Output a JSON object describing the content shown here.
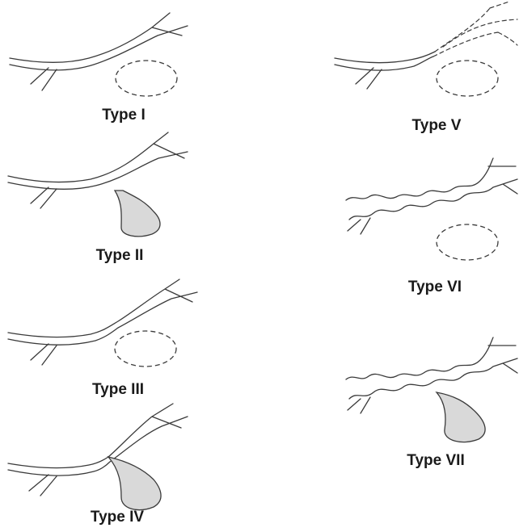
{
  "panels": [
    {
      "id": "type-1",
      "label": "Type I"
    },
    {
      "id": "type-2",
      "label": "Type II"
    },
    {
      "id": "type-3",
      "label": "Type III"
    },
    {
      "id": "type-4",
      "label": "Type IV"
    },
    {
      "id": "type-5",
      "label": "Type V"
    },
    {
      "id": "type-6",
      "label": "Type VI"
    },
    {
      "id": "type-7",
      "label": "Type VII"
    }
  ]
}
